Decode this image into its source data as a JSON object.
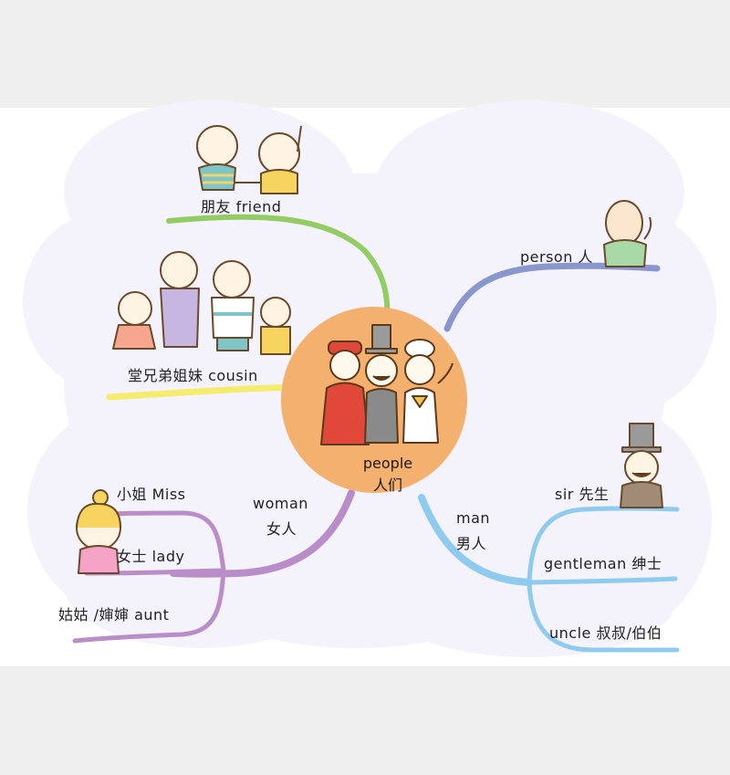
{
  "center": {
    "title_en": "people",
    "title_zh": "人们"
  },
  "branches": {
    "friend": "朋友 friend",
    "cousin": "堂兄弟姐妹 cousin",
    "person": "person 人",
    "woman_en": "woman",
    "woman_zh": "女人",
    "man_en": "man",
    "man_zh": "男人",
    "miss": "小姐 Miss",
    "lady": "女士 lady",
    "aunt": "姑姑 /婶婶 aunt",
    "sir": "sir 先生",
    "gentleman": "gentleman 绅士",
    "uncle": "uncle 叔叔/伯伯"
  },
  "colors": {
    "cloud": "#f4f2fb",
    "center_fill": "#f4b06f",
    "green": "#93cc63",
    "yellow": "#f5ec6e",
    "navy": "#8a97cf",
    "purple": "#b98ec8",
    "blue": "#8ecbee"
  }
}
